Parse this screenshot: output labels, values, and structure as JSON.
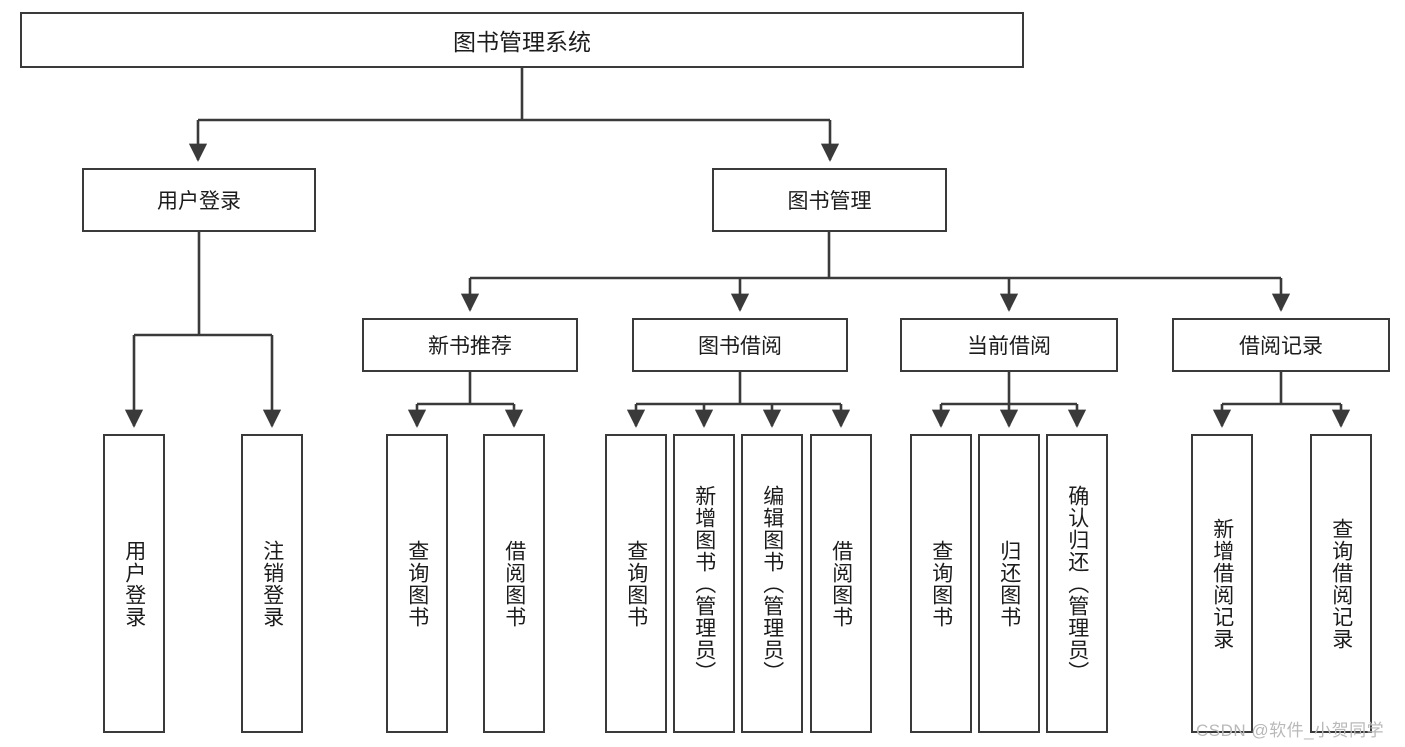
{
  "diagram": {
    "title": "图书管理系统",
    "type": "tree",
    "root": {
      "label": "图书管理系统"
    },
    "level2": [
      {
        "label": "用户登录"
      },
      {
        "label": "图书管理"
      }
    ],
    "level3": [
      {
        "label": "新书推荐"
      },
      {
        "label": "图书借阅"
      },
      {
        "label": "当前借阅"
      },
      {
        "label": "借阅记录"
      }
    ],
    "leaves": {
      "user_login": [
        {
          "label": "用户登录"
        },
        {
          "label": "注销登录"
        }
      ],
      "new_book_recommend": [
        {
          "label": "查询图书"
        },
        {
          "label": "借阅图书"
        }
      ],
      "book_borrow": [
        {
          "label": "查询图书"
        },
        {
          "label": "新增图书（管理员）"
        },
        {
          "label": "编辑图书（管理员）"
        },
        {
          "label": "借阅图书"
        }
      ],
      "current_borrow": [
        {
          "label": "查询图书"
        },
        {
          "label": "归还图书"
        },
        {
          "label": "确认归还（管理员）"
        }
      ],
      "borrow_record": [
        {
          "label": "新增借阅记录"
        },
        {
          "label": "查询借阅记录"
        }
      ]
    }
  },
  "watermark": {
    "text": "CSDN @软件_小贺同学"
  },
  "colors": {
    "border": "#3a3a3a",
    "text": "#1c1c1c",
    "background": "#ffffff",
    "watermark": "#b9b9b9"
  }
}
